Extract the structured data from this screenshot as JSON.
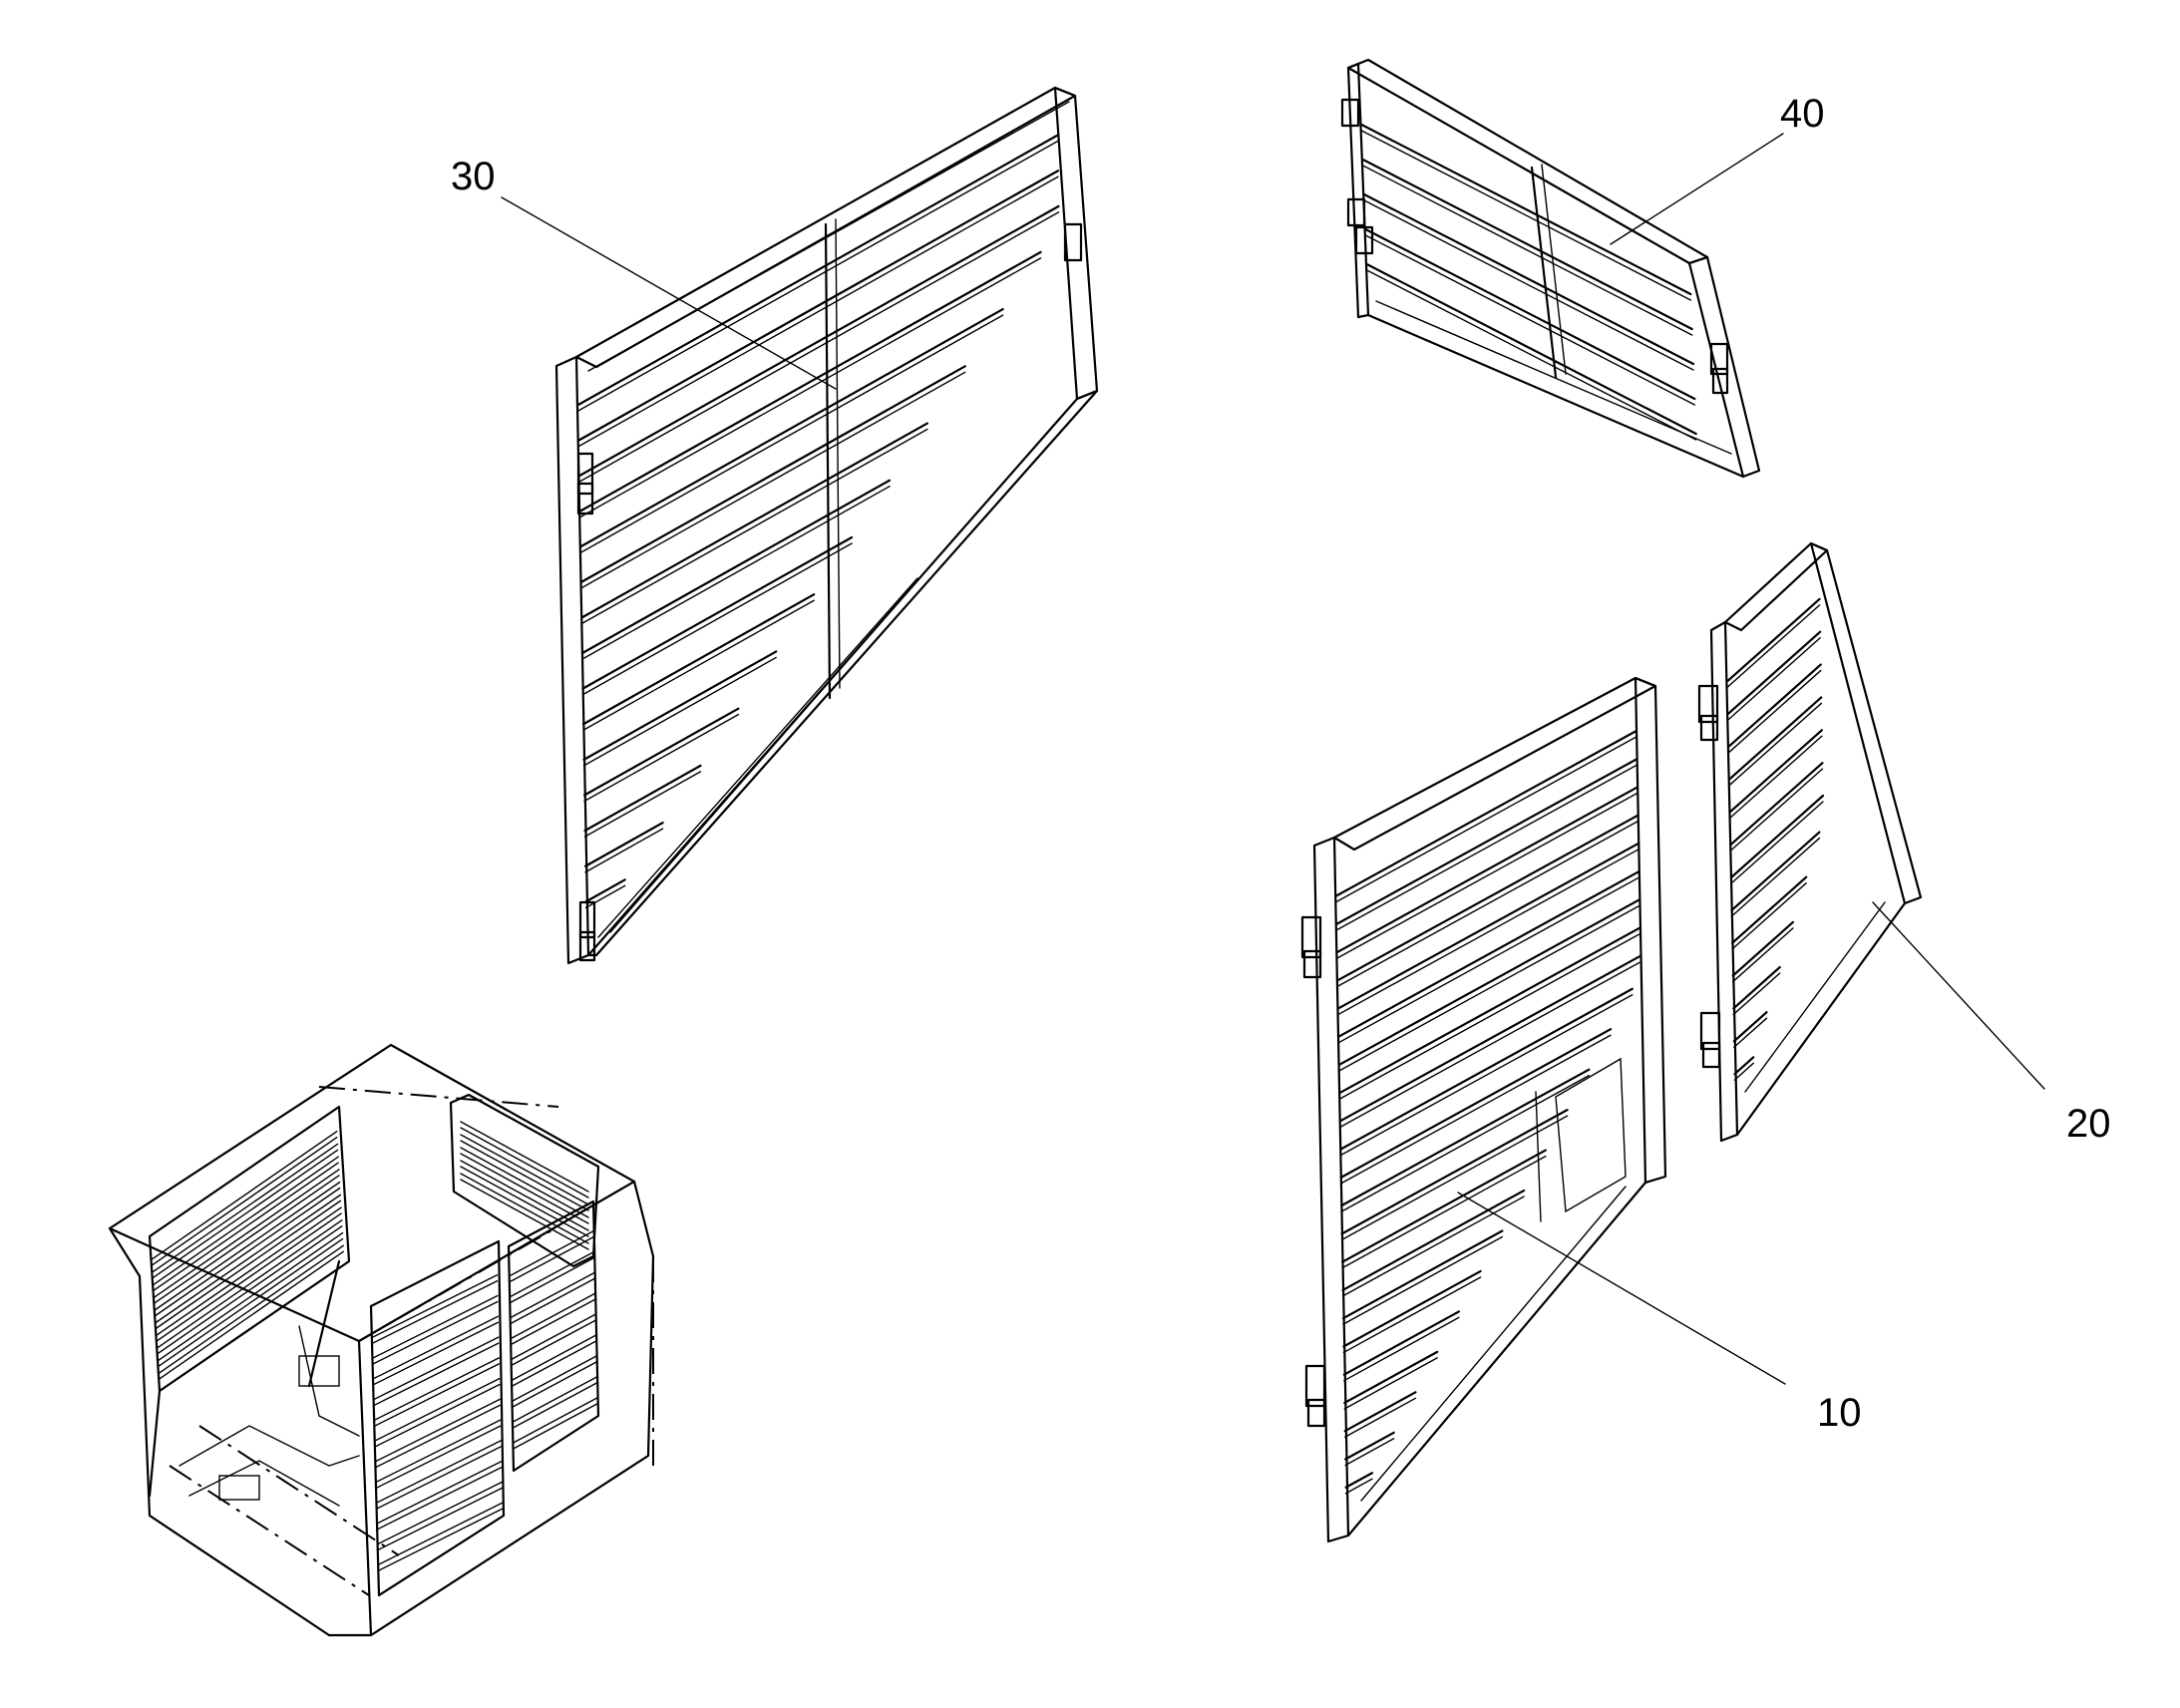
{
  "callouts": {
    "c10": "10",
    "c20": "20",
    "c30": "30",
    "c40": "40"
  },
  "colors": {
    "line": "#000000",
    "background": "#ffffff"
  }
}
